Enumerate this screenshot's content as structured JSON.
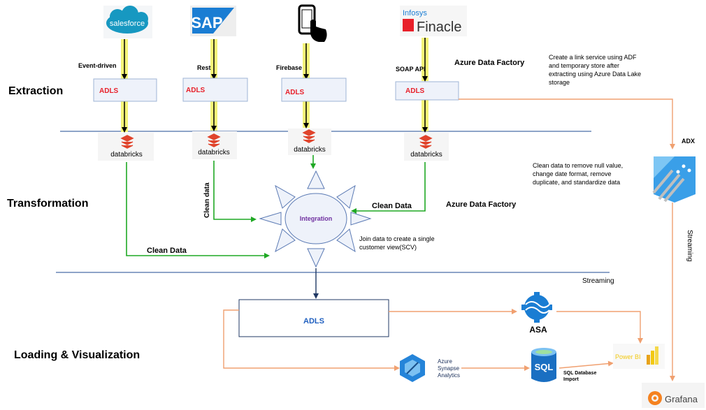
{
  "sections": {
    "extraction": "Extraction",
    "transformation": "Transformation",
    "loading": "Loading & Visualization"
  },
  "sources": {
    "salesforce": "salesforce",
    "sap": "SAP",
    "infosys": "Infosys",
    "finacle": "Finacle"
  },
  "connectors": {
    "event_driven": "Event-driven",
    "rest": "Rest",
    "firebase": "Firebase",
    "soap_api": "SOAP API"
  },
  "adls": "ADLS",
  "databricks": "databricks",
  "labels": {
    "adf_top": "Azure  Data Factory",
    "adf_mid": "Azure  Data Factory",
    "clean_data_vertical": "Clean data",
    "clean_data_right": "Clean Data",
    "clean_data_bottom": "Clean Data",
    "integration": "Integration",
    "streaming_mid": "Streaming",
    "streaming_vertical": "Streaming",
    "adx": "ADX",
    "asa": "ASA",
    "synapse": [
      "Azure",
      "Synapse",
      "Analytics"
    ],
    "sql": "SQL",
    "sql_import": [
      "SQL Database",
      "Import"
    ],
    "power_bi": "Power BI",
    "grafana": "Grafana"
  },
  "notes": {
    "link_service": [
      "Create a link service using ADF",
      "and temporary store after",
      "extracting using Azure Data Lake",
      "storage"
    ],
    "clean": [
      "Clean data to remove null value,",
      "change date format, remove",
      "duplicate, and standardize data"
    ],
    "join": [
      "Join data to create a single",
      "customer view(SCV)"
    ]
  },
  "colors": {
    "adls_red": "#e8202a",
    "adls_blue": "#1f5fbf",
    "databricks_red": "#e0442c",
    "green": "#1fa824",
    "orange": "#f0a070",
    "yellow": "#f4f478",
    "navy": "#203864",
    "divider": "#4a6ea8",
    "box_fill": "#eef2fa",
    "box_stroke": "#9fb4d6"
  }
}
